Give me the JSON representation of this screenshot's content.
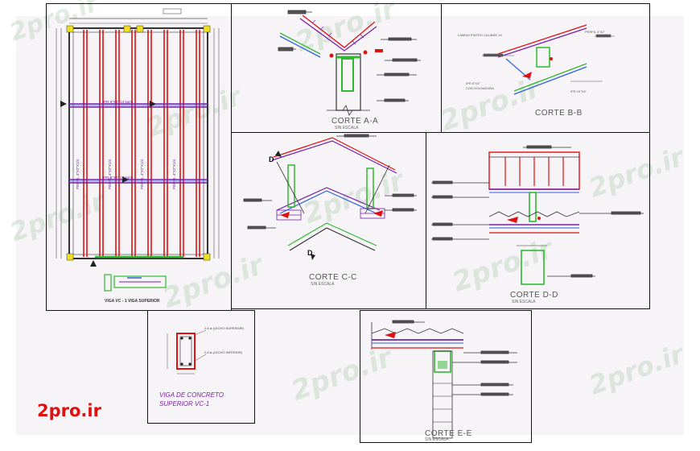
{
  "sections": {
    "corte_aa": {
      "title": "CORTE A-A",
      "subtitle": "SIN ESCALA"
    },
    "corte_bb": {
      "title": "CORTE B-B"
    },
    "corte_cc": {
      "title": "CORTE C-C",
      "subtitle": "SIN ESCALA",
      "marker": "D"
    },
    "corte_dd": {
      "title": "CORTE D-D",
      "subtitle": "SIN ESCALA"
    },
    "corte_ee": {
      "title": "CORTE E-E",
      "subtitle": "SIN ESCALA"
    }
  },
  "beam_detail": {
    "title_line1": "VIGA DE CONCRETO",
    "title_line2": "SUPERIOR VC-1",
    "note_top": "2-5 ø (LECHO SUPERIOR)",
    "note_bottom": "2-5 ø (LECHO INFERIOR)"
  },
  "plan": {
    "caption": "VIGA VC - 1 VIGA SUPERIOR"
  },
  "watermark": {
    "text": "2pro.ir"
  },
  "brand": {
    "text": "2pro.ir"
  },
  "colors": {
    "accent": "#e01010",
    "outline": "#111111",
    "steel": "#7a1fa8",
    "concrete": "#2fb82f"
  }
}
